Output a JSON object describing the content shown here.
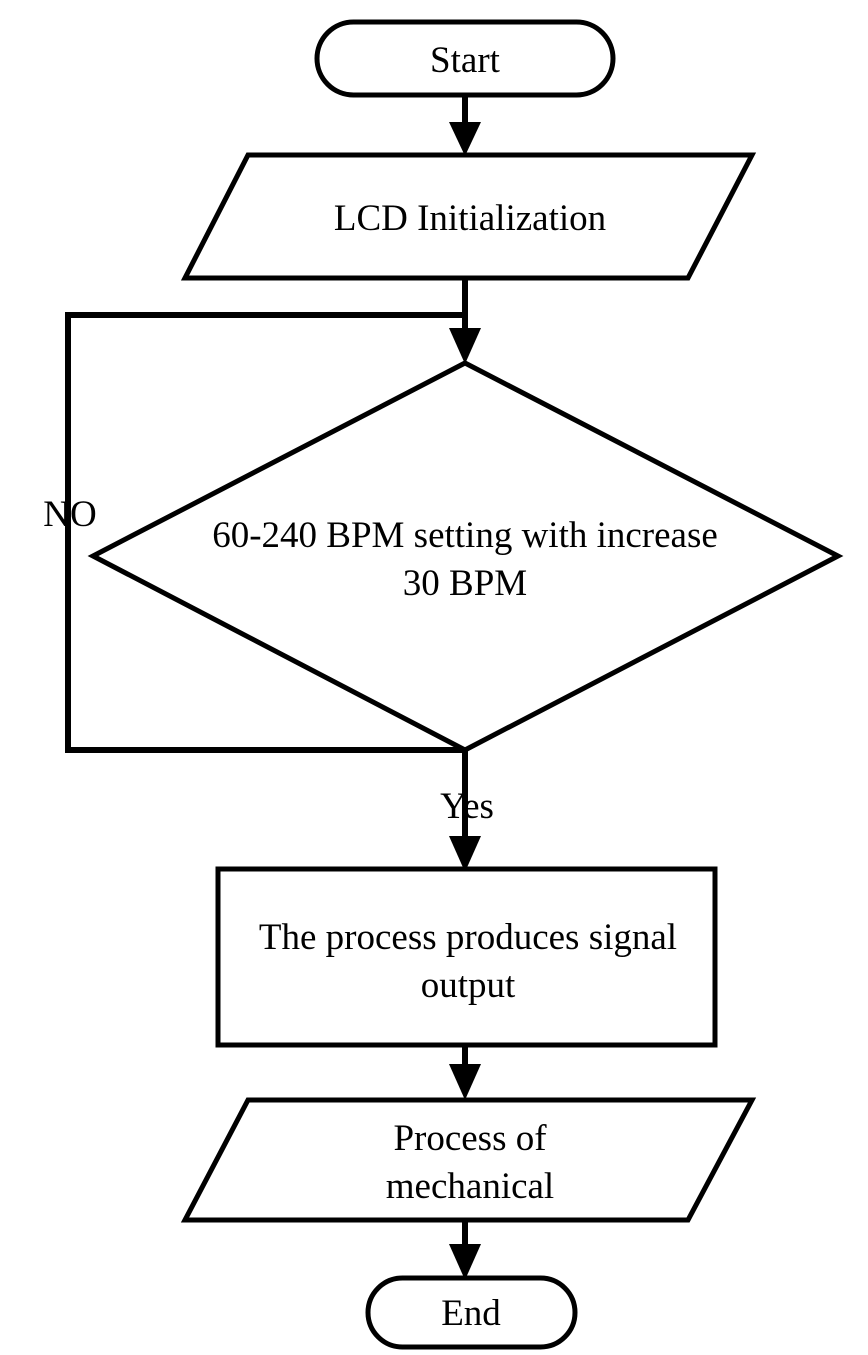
{
  "diagram": {
    "type": "flowchart",
    "title": "BPM setting control flowchart",
    "orientation": "top-to-bottom",
    "background_color": "#ffffff",
    "line_color": "#000000",
    "text_color": "#000000",
    "nodes": [
      {
        "id": "start",
        "shape": "stadium",
        "label": "Start",
        "lines": [
          "Start"
        ]
      },
      {
        "id": "lcd_init",
        "shape": "parallelogram",
        "label": "LCD Initialization",
        "lines": [
          "LCD Initialization"
        ]
      },
      {
        "id": "bpm_decision",
        "shape": "diamond",
        "label": "60-240 BPM setting with increase 30 BPM",
        "lines": [
          "60-240 BPM setting with increase",
          "30 BPM"
        ]
      },
      {
        "id": "signal_output",
        "shape": "rectangle",
        "label": "The process produces signal output",
        "lines": [
          "The process produces signal",
          "output"
        ]
      },
      {
        "id": "mechanical",
        "shape": "parallelogram",
        "label": "Process of mechanical",
        "lines": [
          "Process of",
          "mechanical"
        ]
      },
      {
        "id": "end",
        "shape": "stadium",
        "label": "End",
        "lines": [
          "End"
        ]
      }
    ],
    "edges": [
      {
        "id": "e1",
        "from": "start",
        "to": "lcd_init",
        "label": ""
      },
      {
        "id": "e2",
        "from": "lcd_init",
        "to": "bpm_decision",
        "label": ""
      },
      {
        "id": "e3",
        "from": "bpm_decision",
        "to": "bpm_decision",
        "label": "NO"
      },
      {
        "id": "e4",
        "from": "bpm_decision",
        "to": "signal_output",
        "label": "Yes"
      },
      {
        "id": "e5",
        "from": "signal_output",
        "to": "mechanical",
        "label": ""
      },
      {
        "id": "e6",
        "from": "mechanical",
        "to": "end",
        "label": ""
      }
    ],
    "labels": {
      "no_branch": "NO",
      "yes_branch": "Yes"
    }
  }
}
